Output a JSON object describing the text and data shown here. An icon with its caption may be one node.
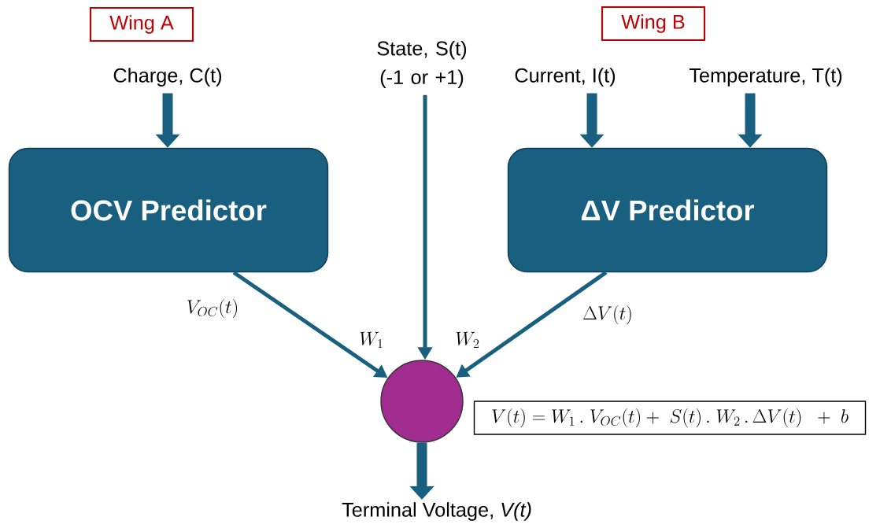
{
  "diagram": {
    "nodes": [
      {
        "text": [
          "Wing A"
        ]
      },
      {
        "text": [
          "Wing B"
        ]
      },
      {
        "text": [
          "Charge, C(t)"
        ]
      },
      {
        "text": [
          "State, S(t) (-1 or +1)"
        ]
      },
      {
        "text": [
          "Current, I(t)"
        ]
      },
      {
        "text": [
          "Temperature, T(t)"
        ]
      },
      {
        "text": [
          "OCV Predictor"
        ]
      },
      {
        "text": [
          "ΔV Predictor"
        ]
      },
      {
        "text": [],
        "shape": "circle"
      },
      {
        "text": [
          "V(t) = W_1\\,.\\;V_{OC}(t) + \\;S(t)\\,.\\;W_2\\,.\\,\\Delta V(t)\\;\\; + \\;b"
        ]
      },
      {
        "text": [
          "Terminal Voltage, *V(t)*"
        ]
      }
    ],
    "edges": [
      {
        "from": 2,
        "to": 6,
        "arrow": "to"
      },
      {
        "from": 4,
        "to": 7,
        "arrow": "to"
      },
      {
        "from": 5,
        "to": 7,
        "arrow": "to"
      },
      {
        "from": 6,
        "to": 8,
        "arrow": "to",
        "label": "V_{OC}(t)"
      },
      {
        "from": 3,
        "to": 8,
        "arrow": "to"
      },
      {
        "from": 7,
        "to": 8,
        "arrow": "to",
        "label": "\\Delta V(t)"
      },
      {
        "from": 8,
        "to": 10,
        "arrow": "to"
      }
    ],
    "labels": [
      "W_1",
      "W_2"
    ]
  }
}
